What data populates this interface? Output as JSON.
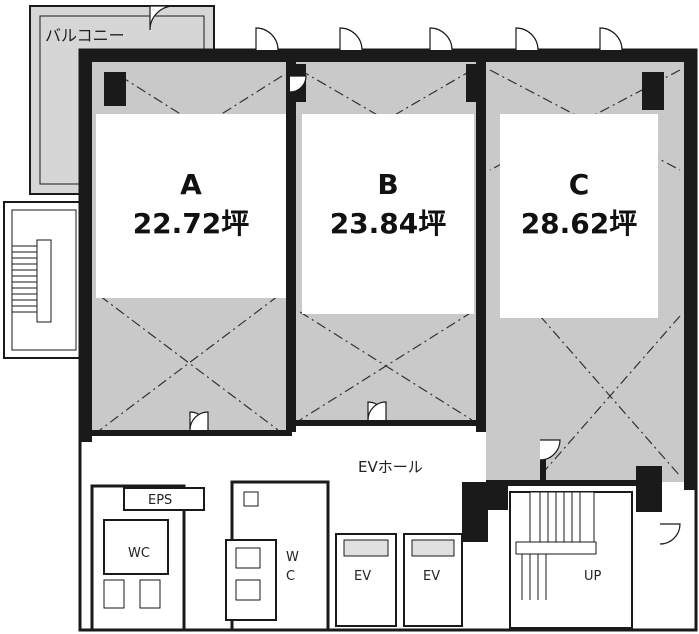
{
  "floor_plan": {
    "units": [
      {
        "id": "A",
        "letter": "A",
        "area": "22.72坪"
      },
      {
        "id": "B",
        "letter": "B",
        "area": "23.84坪"
      },
      {
        "id": "C",
        "letter": "C",
        "area": "28.62坪"
      }
    ],
    "rooms": {
      "balcony": "バルコニー",
      "ev_hall": "EVホール",
      "eps": "EPS",
      "wc_left": "WC",
      "wc_right_w": "W",
      "wc_right_c": "C",
      "elevator_1": "EV",
      "elevator_2": "EV",
      "stairs_up": "UP"
    },
    "colors": {
      "wall": "#1a1a1a",
      "floor_tint": "#c9c9c9",
      "label_bg": "#ffffff"
    }
  }
}
